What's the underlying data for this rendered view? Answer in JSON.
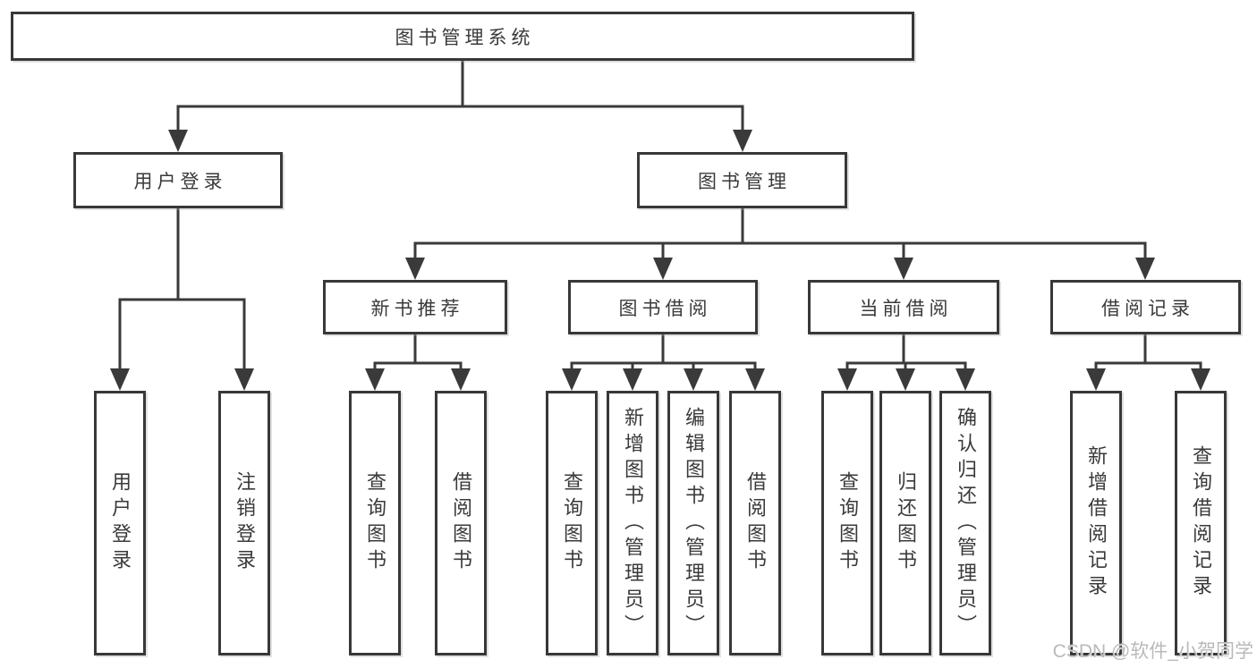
{
  "diagram": {
    "kind": "functional-structure-tree",
    "tree": {
      "label": "图书管理系统",
      "children": [
        {
          "label": "用户登录",
          "children": [
            {
              "label": "用户登录"
            },
            {
              "label": "注销登录"
            }
          ]
        },
        {
          "label": "图书管理",
          "children": [
            {
              "label": "新书推荐",
              "children": [
                {
                  "label": "查询图书"
                },
                {
                  "label": "借阅图书"
                }
              ]
            },
            {
              "label": "图书借阅",
              "children": [
                {
                  "label": "查询图书"
                },
                {
                  "label": "新增图书（管理员）"
                },
                {
                  "label": "编辑图书（管理员）"
                },
                {
                  "label": "借阅图书"
                }
              ]
            },
            {
              "label": "当前借阅",
              "children": [
                {
                  "label": "查询图书"
                },
                {
                  "label": "归还图书"
                },
                {
                  "label": "确认归还（管理员）"
                }
              ]
            },
            {
              "label": "借阅记录",
              "children": [
                {
                  "label": "新增借阅记录"
                },
                {
                  "label": "查询借阅记录"
                }
              ]
            }
          ]
        }
      ]
    },
    "colors": {
      "background": "#ffffff",
      "line": "#3a3a3a",
      "box_border": "#383838",
      "text": "#3a3a3a",
      "watermark": "#b9b9b9"
    }
  },
  "watermark": {
    "text": "CSDN @软件_小贺同学"
  }
}
